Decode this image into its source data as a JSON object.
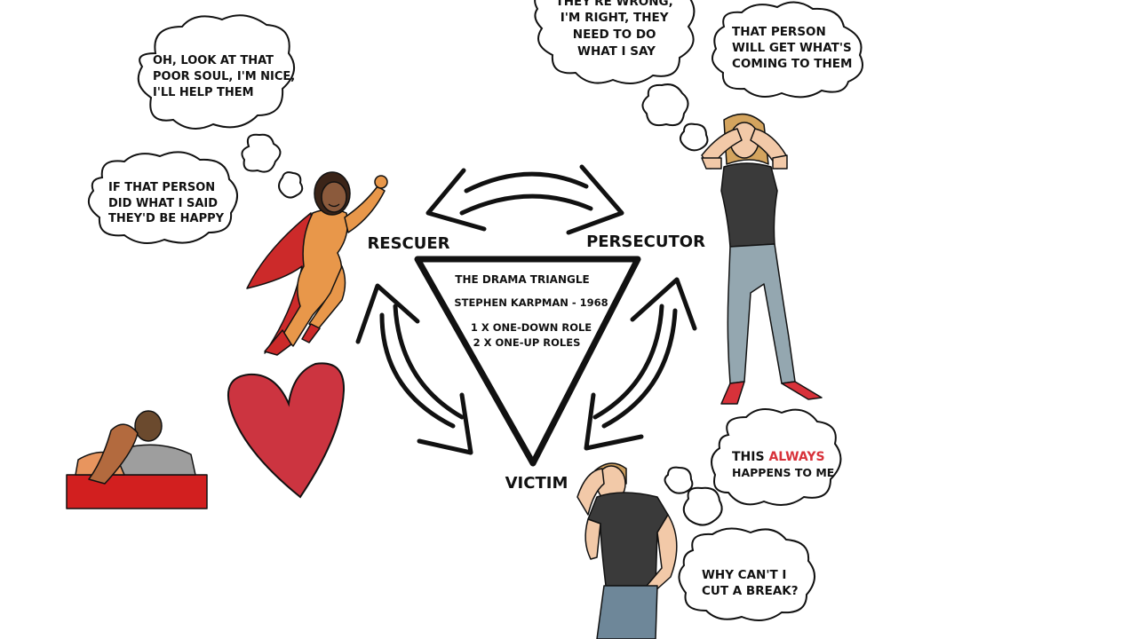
{
  "diagram": {
    "center": {
      "title": "THE DRAMA TRIANGLE",
      "author": "STEPHEN KARPMAN - 1968",
      "line1": "1 X ONE-DOWN ROLE",
      "line2": "2 X ONE-UP ROLES"
    },
    "roles": {
      "rescuer": "RESCUER",
      "persecutor": "PERSECUTOR",
      "victim": "VICTIM"
    }
  },
  "bubbles": {
    "rescuer_1": [
      "OH, LOOK AT THAT",
      "POOR SOUL, I'M NICE,",
      "I'LL HELP THEM"
    ],
    "rescuer_2": [
      "IF THAT PERSON",
      "DID WHAT I SAID",
      "THEY'D BE HAPPY"
    ],
    "persecutor_1": [
      "THEY'RE WRONG,",
      "I'M RIGHT, THEY",
      "NEED TO DO",
      "WHAT I SAY"
    ],
    "persecutor_2": [
      "THAT PERSON",
      "WILL GET WHAT'S",
      "COMING TO THEM"
    ],
    "victim_1": {
      "pre": "THIS ",
      "highlight": "ALWAYS",
      "line2": "HAPPENS TO ME"
    },
    "victim_2": [
      "WHY CAN'T I",
      "CUT A BREAK?"
    ]
  },
  "colors": {
    "ink": "#111111",
    "highlight": "#d8323a",
    "heart": "#cc3440",
    "couch": "#d21f1f",
    "hero_suit": "#e8974a",
    "hero_cape": "#cc2a2a",
    "jeans": "#94a7b0",
    "shirt": "#3a3a3a"
  }
}
